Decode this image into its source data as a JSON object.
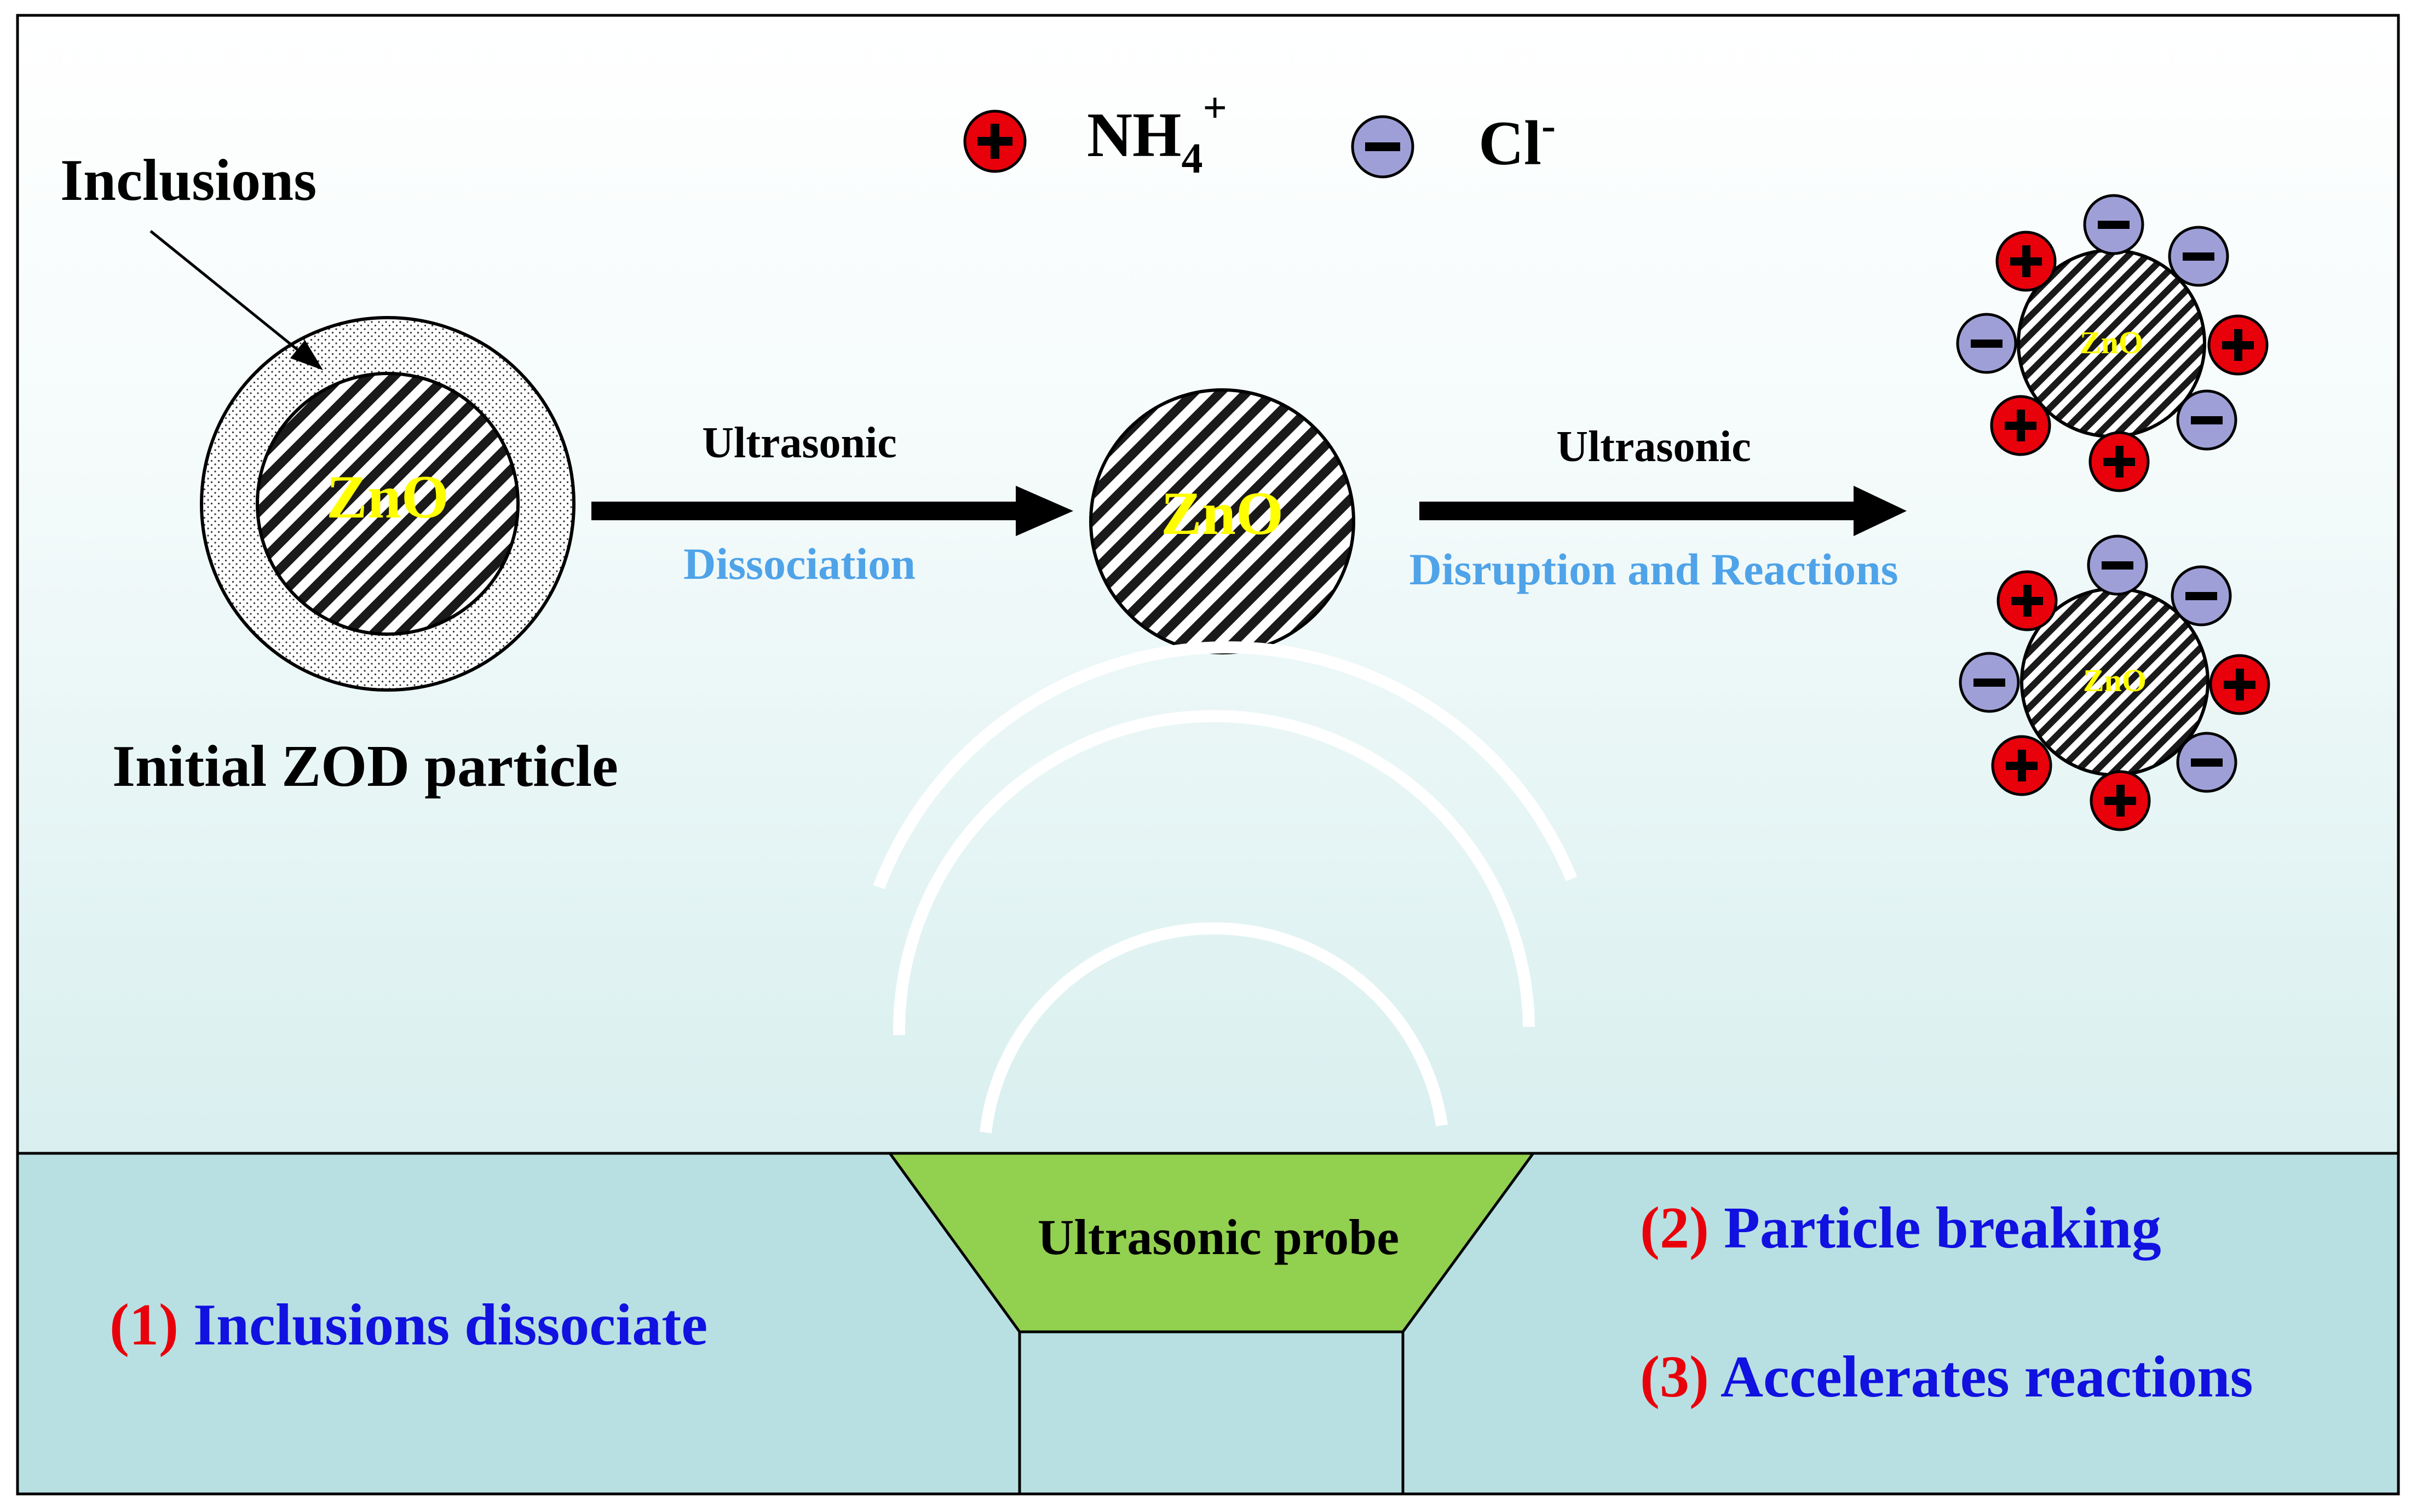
{
  "legend": {
    "cation_base": "NH",
    "cation_sub": "4",
    "cation_sup": "+",
    "anion_base": "Cl",
    "anion_sup": "-"
  },
  "particles": {
    "inclusions_label": "Inclusions",
    "core_label": "ZnO",
    "initial_label": "Initial ZOD particle"
  },
  "steps": [
    {
      "top": "Ultrasonic",
      "bottom": "Dissociation"
    },
    {
      "top": "Ultrasonic",
      "bottom": "Disruption and Reactions"
    }
  ],
  "probe": {
    "label": "Ultrasonic probe"
  },
  "effects": [
    {
      "num": "(1)",
      "text": "Inclusions dissociate"
    },
    {
      "num": "(2)",
      "text": "Particle breaking"
    },
    {
      "num": "(3)",
      "text": "Accelerates reactions"
    }
  ],
  "colors": {
    "cation_fill": "#e8000b",
    "anion_fill": "#9f9fd8",
    "core_label": "#ffff00",
    "step_bottom": "#4fa3e8",
    "effect_num": "#e8000b",
    "effect_text": "#1111e0",
    "probe_fill": "#92d050",
    "base_fill": "#b8e0e3"
  }
}
